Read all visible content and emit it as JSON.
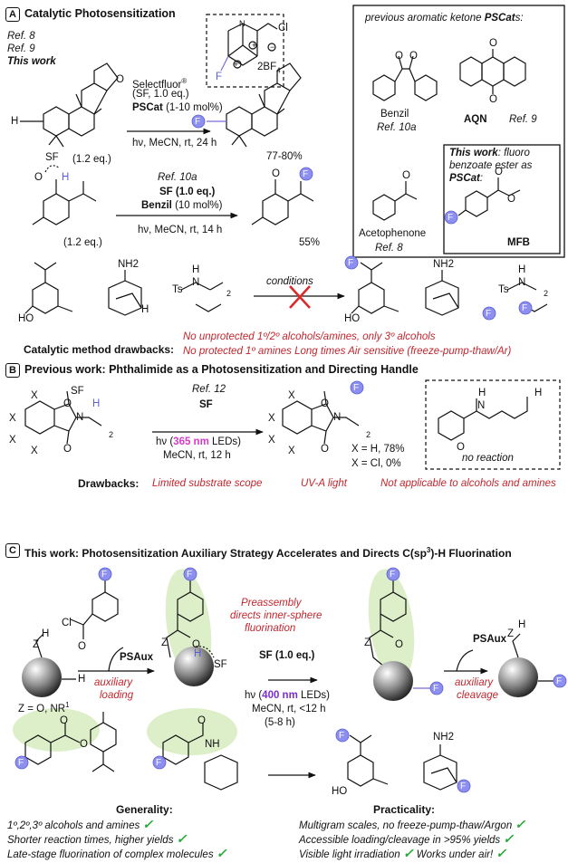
{
  "panelA": {
    "letter": "A",
    "title": "Catalytic Photosensitization",
    "refs": [
      "Ref. 8",
      "Ref. 9",
      "This work"
    ],
    "reagent_fig": {
      "bf4": "2BF",
      "bf4_sub": "4",
      "cl": "Cl",
      "f": "F"
    },
    "rxn1": {
      "line1": "Selectfluor",
      "reg": "®",
      "line2": "(SF, 1.0 eq.)",
      "line3_bold": "PSCat",
      "line3": " (1-10 mol%)",
      "line4": "hν, MeCN, rt, 24 h",
      "eq": "(1.2 eq.)",
      "yield": "77-80%",
      "h": "H",
      "f": "F"
    },
    "rxn2": {
      "ref": "Ref. 10a",
      "line1": "SF (1.0 eq.)",
      "line2_bold": "Benzil",
      "line2": " (10 mol%)",
      "line3": "hν, MeCN, rt, 14 h",
      "eq": "(1.2 eq.)",
      "yield": "55%",
      "sf": "SF",
      "o": "O",
      "h": "H",
      "f": "F"
    },
    "right_box": {
      "title": "previous aromatic ketone ",
      "title_bold": "PSCat",
      "title_end": "s:",
      "benzil": "Benzil",
      "benzil_ref": "Ref. 10a",
      "aqn": "AQN",
      "aqn_ref": "Ref. 9",
      "acetophenone": "Acetophenone",
      "aceto_ref": "Ref. 8",
      "mfb_line1_b": "This work",
      "mfb_line1": ": fluoro",
      "mfb_line2": "benzoate ester as",
      "mfb_line3": "PSCat",
      "mfb_line3_end": ":",
      "mfb": "MFB",
      "o": "O",
      "f": "F"
    },
    "substrates": {
      "nh2": "NH2",
      "ts": "Ts",
      "n": "N",
      "h": "H",
      "ho": "HO",
      "sub2": "2",
      "f": "F"
    },
    "conditions": "conditions",
    "drawbacks_label": "Catalytic method drawbacks:",
    "drawback1": "No unprotected 1º/2º alcohols/amines, only 3º alcohols",
    "drawback2": "No protected 1º amines  Long times  Air sensitive (freeze-pump-thaw/Ar)"
  },
  "panelB": {
    "letter": "B",
    "title": "Previous work: Phthalimide as a Photosensitization and Directing Handle",
    "ref": "Ref. 12",
    "sf": "SF",
    "cond1_a": "hν (",
    "cond1_b": "365 nm",
    "cond1_c": " LEDs)",
    "cond2": "MeCN, rt, 12 h",
    "x": "X",
    "o": "O",
    "n": "N",
    "h": "H",
    "f": "F",
    "sub2": "2",
    "yield1": "X = H, 78%",
    "yield2": "X = Cl, 0%",
    "no_reaction": "no reaction",
    "drawbacks_label": "Drawbacks:",
    "d1": "Limited substrate scope",
    "d2": "UV-A light",
    "d3": "Not applicable to alcohols and amines"
  },
  "panelC": {
    "letter": "C",
    "title": "This work: Photosensitization Auxiliary Strategy Accelerates and Directs C(sp",
    "title_sup": "3",
    "title_end": ")-H Fluorination",
    "cl": "Cl",
    "o": "O",
    "z": "Z",
    "h": "H",
    "f": "F",
    "sf": "SF",
    "psaux": "PSAux",
    "aux_loading1": "auxiliary",
    "aux_loading2": "loading",
    "z_def": "Z = O, NR",
    "z_def_sup": "1",
    "preassembly1": "Preassembly",
    "preassembly2": "directs inner-sphere",
    "preassembly3": "fluorination",
    "sf_eq": "SF (1.0 eq.)",
    "cond_a": "hν (",
    "cond_b": "400 nm",
    "cond_c": " LEDs)",
    "cond2": "MeCN, rt, <12 h",
    "cond3": "(5-8 h)",
    "psaux2": "PSAux",
    "aux_cleave1": "auxiliary",
    "aux_cleave2": "cleavage",
    "nh": "NH",
    "nh2": "NH2",
    "ho": "HO",
    "generality": "Generality:",
    "g1": "1º,2º,3º alcohols and amines",
    "g2": "Shorter reaction times, higher yields",
    "g3": "Late-stage fluorination of complex molecules",
    "practicality": "Practicality:",
    "p1": "Multigram scales, no freeze-pump-thaw/Argon",
    "p2": "Accessible loading/cleavage in >95% yields",
    "p3a": "Visible light irradiation",
    "p3b": "Works under air!",
    "check": "✓"
  },
  "colors": {
    "red": "#c0262d",
    "fluorine": "#8c8ff0",
    "green_glow": "#dcefc8",
    "magenta": "#d63cc8",
    "purple": "#7b2fd0",
    "check": "#27a83a"
  }
}
